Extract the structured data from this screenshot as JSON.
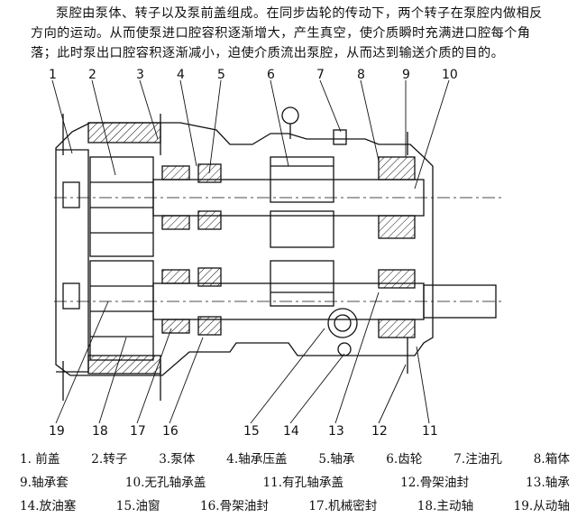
{
  "paragraph": "泵腔由泵体、转子以及泵前盖组成。在同步齿轮的传动下，两个转子在泵腔内做相反方向的运动。从而使泵进口腔容积逐渐增大，产生真空，使介质瞬时充满进口腔每个角落；此时泵出口腔容积逐渐减小，迫使介质流出泵腔，从而达到输送介质的目的。",
  "callouts": {
    "top": [
      "1",
      "2",
      "3",
      "4",
      "5",
      "6",
      "7",
      "8",
      "9",
      "10"
    ],
    "bottom": [
      "19",
      "18",
      "17",
      "16",
      "15",
      "14",
      "13",
      "12",
      "11"
    ]
  },
  "legend": {
    "row1": [
      "1. 前盖",
      "2.转子",
      "3.泵体",
      "4.轴承压盖",
      "5.轴承",
      "6.齿轮",
      "7.注油孔",
      "8.箱体"
    ],
    "row2": [
      "9.轴承套",
      "10.无孔轴承盖",
      "11.有孔轴承盖",
      "12.骨架油封",
      "13.轴承"
    ],
    "row3": [
      "14.放油塞",
      "15.油窗",
      "16.骨架油封",
      "17.机械密封",
      "18.主动轴",
      "19.从动轴"
    ]
  }
}
